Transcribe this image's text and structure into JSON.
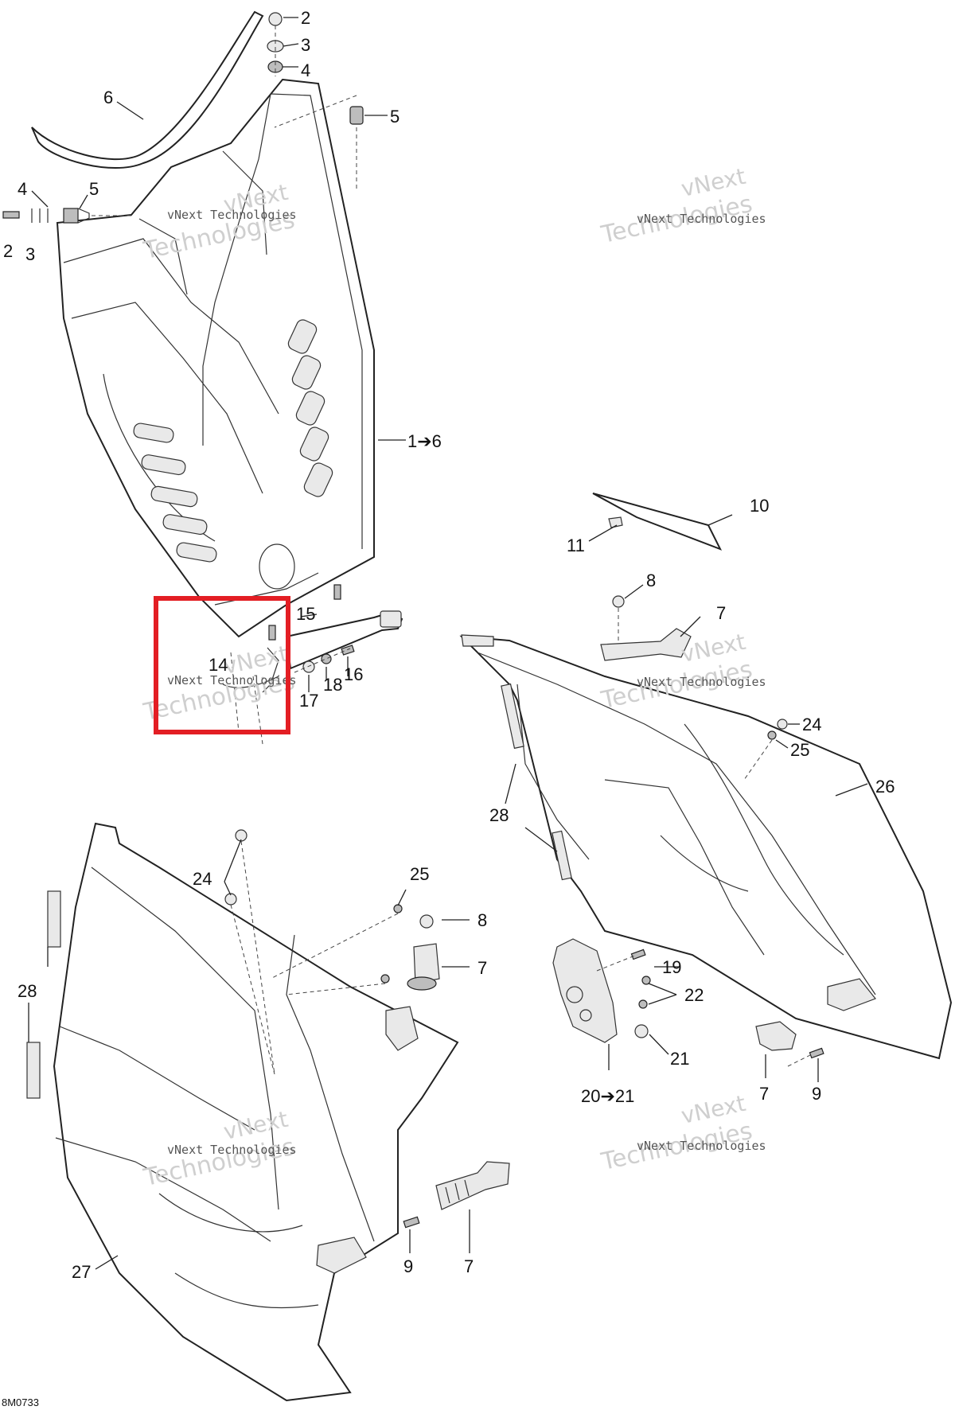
{
  "diagram": {
    "drawing_code": "8M0733",
    "watermarks": [
      {
        "line1": "vNext",
        "line2": "Technologies",
        "caption": "vNext Technologies"
      },
      {
        "line1": "vNext",
        "line2": "Technologies",
        "caption": "vNext Technologies"
      },
      {
        "line1": "vNext",
        "line2": "Technologies",
        "caption": "vNext Technologies"
      },
      {
        "line1": "vNext",
        "line2": "Technologies",
        "caption": "vNext Technologies"
      },
      {
        "line1": "vNext",
        "line2": "Technologies",
        "caption": "vNext Technologies"
      },
      {
        "line1": "vNext",
        "line2": "Technologies",
        "caption": "vNext Technologies"
      }
    ],
    "highlight_color": "#e31e24",
    "callouts": {
      "c1": "2",
      "c2": "3",
      "c3": "4",
      "c4": "5",
      "c5": "6",
      "c6": "4",
      "c7": "5",
      "c8": "2",
      "c9": "3",
      "c10": "1➔6",
      "c11": "10",
      "c12": "11",
      "c13": "8",
      "c14": "7",
      "c15": "15",
      "c16": "14",
      "c17": "17",
      "c18": "18",
      "c19": "16",
      "c20": "24",
      "c21": "25",
      "c22": "26",
      "c23": "28",
      "c24": "24",
      "c25": "25",
      "c26": "8",
      "c27": "7",
      "c28": "28",
      "c29": "19",
      "c30": "22",
      "c31": "21",
      "c32": "20➔21",
      "c33": "7",
      "c34": "9",
      "c35": "9",
      "c36": "7",
      "c37": "27"
    }
  }
}
